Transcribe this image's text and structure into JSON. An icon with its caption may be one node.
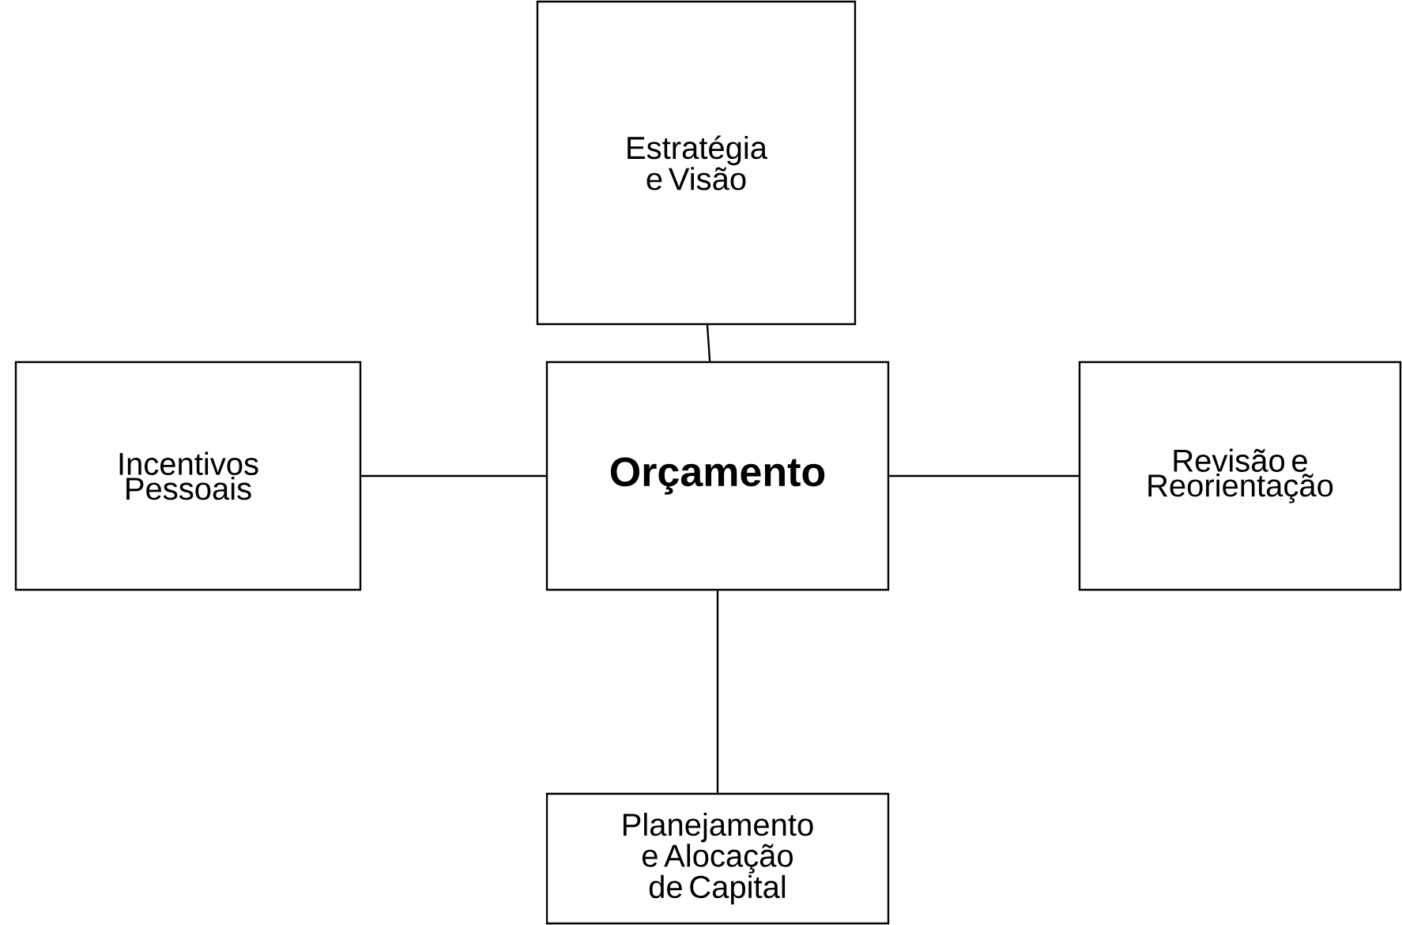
{
  "diagram": {
    "nodes": [
      {
        "text": [
          "Estratégia e Visão"
        ]
      },
      {
        "text": [
          "Incentivos Pessoais"
        ]
      },
      {
        "text": [
          "Orçamento"
        ]
      },
      {
        "text": [
          "Revisão e Reorientação"
        ]
      },
      {
        "text": [
          "Planejamento e Alocação de Capital"
        ]
      }
    ],
    "edges": [
      {
        "from": 0,
        "to": 2,
        "arrow": "none"
      },
      {
        "from": 1,
        "to": 2,
        "arrow": "none"
      },
      {
        "from": 2,
        "to": 3,
        "arrow": "none"
      },
      {
        "from": 2,
        "to": 4,
        "arrow": "none"
      }
    ]
  }
}
